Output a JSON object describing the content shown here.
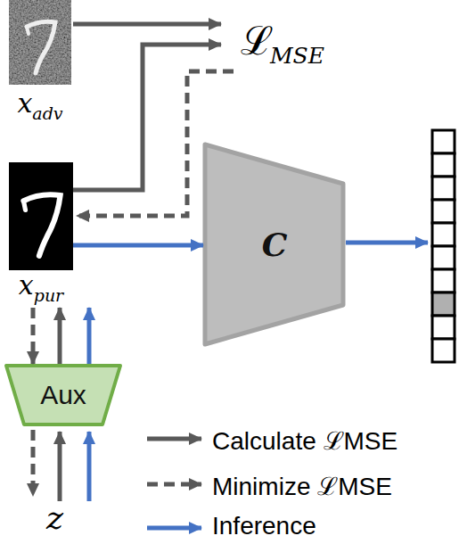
{
  "diagram": {
    "nodes": [
      {
        "text": [
          "x",
          "adv"
        ]
      },
      {
        "text": [
          "x",
          "pur"
        ]
      },
      {
        "text": [
          "C"
        ]
      },
      {
        "text": [
          "Aux"
        ]
      }
    ],
    "edges": [
      {
        "from": 1,
        "to": 2,
        "arrow": "to"
      },
      {
        "from": 1,
        "to": 3,
        "arrow": "to"
      },
      {
        "from": 3,
        "to": 1,
        "arrow": "to"
      },
      {
        "from": 3,
        "to": 1,
        "arrow": "to"
      }
    ],
    "labels": [
      "ℒ",
      "MSE",
      "z"
    ],
    "legend": [
      {
        "text": "Calculate ℒMSE"
      },
      {
        "text": "Minimize ℒMSE"
      },
      {
        "text": "Inference"
      }
    ]
  }
}
